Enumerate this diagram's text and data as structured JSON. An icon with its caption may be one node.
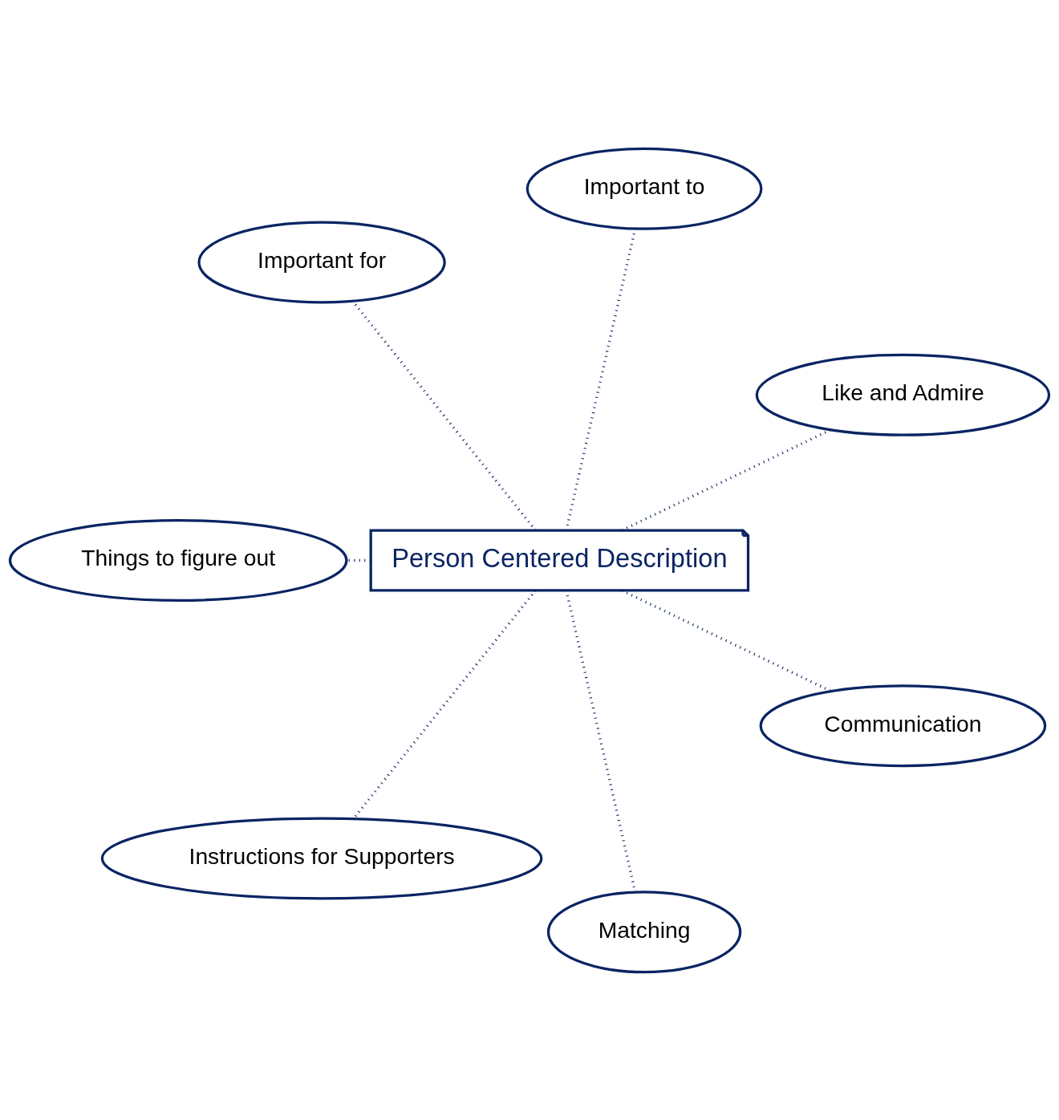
{
  "diagram": {
    "nodes": [
      {
        "text": [
          "Like and Admire"
        ]
      },
      {
        "text": [
          "Important to"
        ]
      },
      {
        "text": [
          "Important for"
        ]
      },
      {
        "text": [
          "Person Centered Description"
        ]
      },
      {
        "text": [
          "Things to figure out"
        ]
      },
      {
        "text": [
          "Instructions for Supporters"
        ]
      },
      {
        "text": [
          "Matching"
        ]
      },
      {
        "text": [
          "Communication"
        ]
      }
    ],
    "edges": [
      {
        "from": 3,
        "to": 0,
        "arrow": "none"
      },
      {
        "from": 3,
        "to": 1,
        "arrow": "none"
      },
      {
        "from": 3,
        "to": 2,
        "arrow": "none"
      },
      {
        "from": 3,
        "to": 4,
        "arrow": "none"
      },
      {
        "from": 3,
        "to": 5,
        "arrow": "none"
      },
      {
        "from": 3,
        "to": 6,
        "arrow": "none"
      },
      {
        "from": 3,
        "to": 7,
        "arrow": "none"
      }
    ]
  }
}
